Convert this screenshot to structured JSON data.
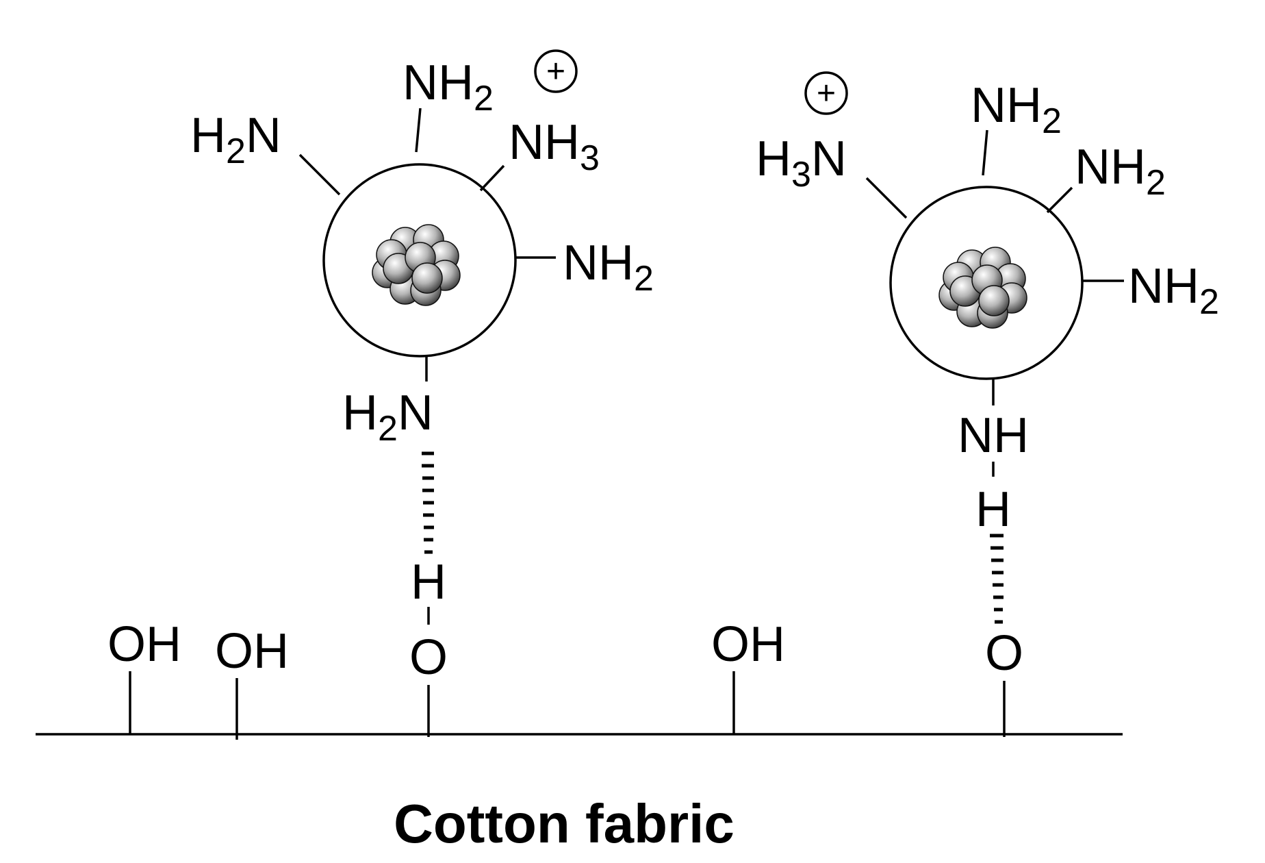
{
  "diagram": {
    "caption": "Cotton fabric",
    "charge_symbol": "+",
    "particle_left": {
      "groups": {
        "top": {
          "main": "NH",
          "sub": "2"
        },
        "upper_left": {
          "pre": "H",
          "sub": "2",
          "post": "N"
        },
        "upper_right": {
          "main": "NH",
          "sub": "3"
        },
        "right": {
          "main": "NH",
          "sub": "2"
        },
        "bottom": {
          "pre": "H",
          "sub": "2",
          "post": "N"
        }
      },
      "hbond_hydrogen": "H",
      "surface_oxygen": "O"
    },
    "particle_right": {
      "groups": {
        "top": {
          "main": "NH",
          "sub": "2"
        },
        "upper_left": {
          "pre": "H",
          "sub": "3",
          "post": "N"
        },
        "upper_right": {
          "main": "NH",
          "sub": "2"
        },
        "right": {
          "main": "NH",
          "sub": "2"
        },
        "bottom": {
          "main": "NH"
        }
      },
      "amine_hydrogen": "H",
      "surface_oxygen": "O"
    },
    "fabric_hydroxyls": [
      "OH",
      "OH",
      "OH"
    ]
  },
  "colors": {
    "line": "#000000",
    "background": "#ffffff",
    "sphere_light": "#ffffff",
    "sphere_mid": "#b5b5b5",
    "sphere_dark": "#3a3a3a"
  }
}
